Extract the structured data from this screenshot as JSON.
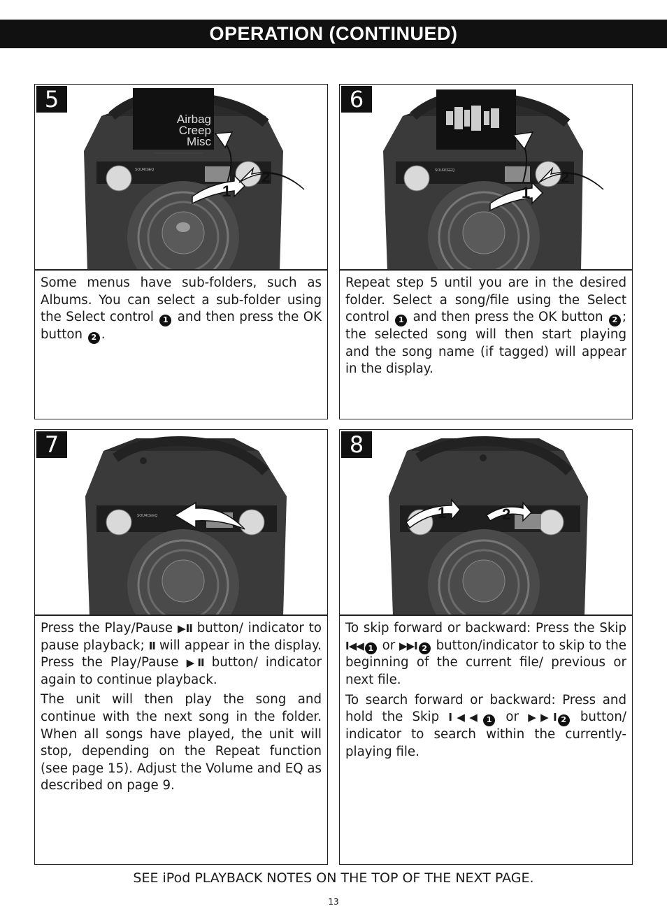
{
  "header": {
    "title": "OPERATION (CONTINUED)"
  },
  "steps": [
    {
      "number": "5",
      "display_lines": [
        "Airbag",
        "Creep",
        "Misc"
      ],
      "callouts": [
        "1",
        "2"
      ],
      "text": [
        "Some menus have sub-folders, such as Albums. You can select a sub-folder using the Select control ",
        "1",
        " and then press the OK button ",
        "2",
        "."
      ]
    },
    {
      "number": "6",
      "callouts": [
        "1",
        "2"
      ],
      "text": [
        "Repeat step 5 until you are in the desired folder. Select a song/file using the Select control ",
        "1",
        " and then press the OK button ",
        "2",
        "; the selected song will then start playing and the song name (if tagged) will appear in the display."
      ]
    },
    {
      "number": "7",
      "para1": [
        "Press the Play/Pause ",
        "▶II",
        " button/ indicator to pause playback; ",
        "II",
        " will appear in the display. Press the Play/Pause ",
        "▶II",
        " button/ indicator again to continue playback."
      ],
      "para2": "The unit will then play the song and continue with the next song in the folder. When all songs have played, the unit will stop, depending on the Repeat function (see page 15). Adjust the Volume and EQ as described on page 9."
    },
    {
      "number": "8",
      "callouts": [
        "1",
        "2"
      ],
      "para1": [
        "To skip forward or backward: Press the Skip ",
        "I◀◀",
        "1",
        " or ",
        "▶▶I",
        "2",
        " button/indicator to skip to the beginning of the current file/ previous or next file."
      ],
      "para2": [
        "To search forward or backward: Press and hold the Skip ",
        "I◀◀",
        "1",
        " or ",
        "▶▶I",
        "2",
        " button/ indicator to search within the currently-playing file."
      ]
    }
  ],
  "device_labels": {
    "source": "SOURCE",
    "eq": "EQ"
  },
  "footer": {
    "note": "SEE iPod PLAYBACK NOTES ON THE TOP OF THE NEXT PAGE.",
    "page_number": "13"
  },
  "colors": {
    "header_bg": "#111111",
    "speaker_body": "#3a3a3a",
    "speaker_dark": "#1e1e1e",
    "knob": "#d9d9d9"
  }
}
